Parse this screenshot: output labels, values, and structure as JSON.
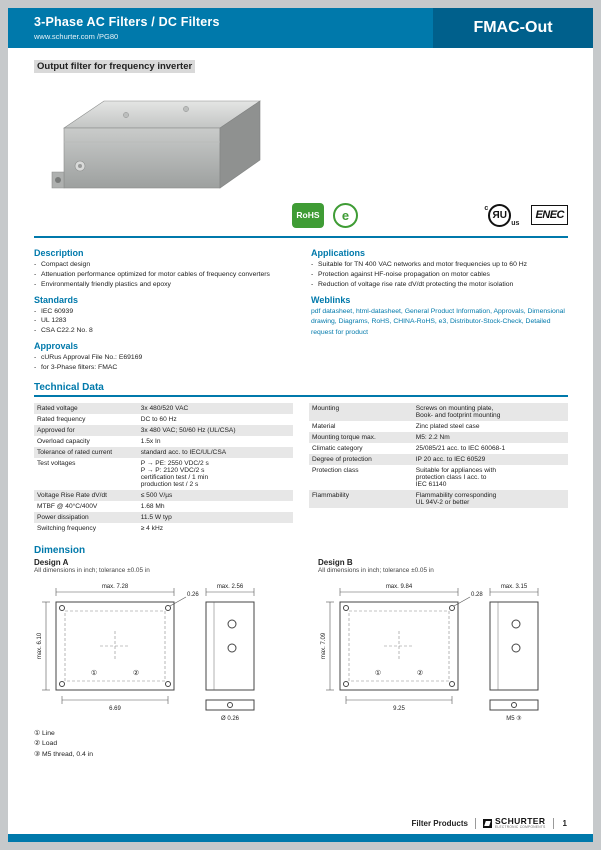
{
  "colors": {
    "accent": "#0079ab",
    "badge": "#00608c",
    "rohs_green": "#3f9c35",
    "highlight": "#d9d9d9"
  },
  "header": {
    "title": "3-Phase AC Filters / DC Filters",
    "url": "www.schurter.com /PG80",
    "product": "FMAC-Out"
  },
  "subtitle": "Output filter for frequency inverter",
  "logos": {
    "rohs": "RoHS",
    "china_rohs": "e",
    "ul_prefix": "c",
    "ul": "ЯU",
    "ul_suffix": "us",
    "enec": "ENEC"
  },
  "sections": {
    "description": {
      "heading": "Description",
      "items": [
        "Compact design",
        "Attenuation performance optimized for motor cables of frequency converters",
        "Environmentally friendly plastics and epoxy"
      ]
    },
    "standards": {
      "heading": "Standards",
      "items": [
        "IEC 60939",
        "UL 1283",
        "CSA C22.2 No. 8"
      ]
    },
    "approvals": {
      "heading": "Approvals",
      "items": [
        "cURus Approval File No.: E69169",
        "for 3-Phase filters: FMAC"
      ]
    },
    "applications": {
      "heading": "Applications",
      "items": [
        "Suitable for TN 400 VAC networks and motor frequencies up to 60 Hz",
        "Protection against HF-noise propagation on motor cables",
        "Reduction of voltage rise rate dV/dt protecting the motor isolation"
      ]
    },
    "weblinks": {
      "heading": "Weblinks",
      "text": "pdf datasheet, html-datasheet, General Product Information, Approvals, Dimensional drawing, Diagrams, RoHS, CHINA-RoHS, e3, Distributor-Stock-Check, Detailed request for product"
    }
  },
  "technical": {
    "heading": "Technical Data",
    "left": [
      {
        "label": "Rated voltage",
        "value": "3x 480/520 VAC"
      },
      {
        "label": "Rated frequency",
        "value": "DC to 60 Hz"
      },
      {
        "label": "Approved for",
        "value": "3x 480 VAC; 50/60 Hz (UL/CSA)"
      },
      {
        "label": "Overload capacity",
        "value": "1.5x In"
      },
      {
        "label": "Tolerance of rated current",
        "value": "standard acc. to IEC/UL/CSA"
      },
      {
        "label": "Test voltages",
        "value": "P → PE: 2550 VDC/2 s\nP → P: 2120 VDC/2 s\ncertification test / 1 min\nproduction test / 2 s"
      },
      {
        "label": "Voltage Rise Rate dV/dt",
        "value": "≤ 500 V/µs"
      },
      {
        "label": "MTBF @ 40°C/400V",
        "value": "1.68 Mh"
      },
      {
        "label": "Power dissipation",
        "value": "11.5 W typ"
      },
      {
        "label": "Switching frequency",
        "value": "≥ 4 kHz"
      }
    ],
    "right": [
      {
        "label": "Mounting",
        "value": "Screws on mounting plate,\nBook- and footprint mounting"
      },
      {
        "label": "Material",
        "value": "Zinc plated steel case"
      },
      {
        "label": "Mounting torque max.",
        "value": "M5: 2.2 Nm"
      },
      {
        "label": "Climatic category",
        "value": "25/085/21 acc. to IEC 60068-1"
      },
      {
        "label": "Degree of protection",
        "value": "IP 20 acc. to IEC 60529"
      },
      {
        "label": "Protection class",
        "value": "Suitable for appliances with\nprotection class I acc. to\nIEC 61140"
      },
      {
        "label": "Flammability",
        "value": "Flammability corresponding\nUL 94V-2 or better"
      }
    ]
  },
  "dimension": {
    "heading": "Dimension",
    "designs": [
      {
        "name": "Design A",
        "caption": "All dimensions in inch; tolerance ±0.05 in",
        "labels": [
          "max. 7.28",
          "max. 6.10",
          "6.69",
          "0.26",
          "max. 2.56",
          "Ø 0.26"
        ]
      },
      {
        "name": "Design B",
        "caption": "All dimensions in inch; tolerance ±0.05 in",
        "labels": [
          "max. 9.84",
          "max. 7.09",
          "9.25",
          "0.28",
          "max. 3.15",
          "M5 ③"
        ]
      }
    ],
    "markers": {
      "line": "①",
      "load": "②"
    },
    "notes": [
      "① Line",
      "② Load",
      "③ M5 thread, 0.4 in"
    ]
  },
  "footer": {
    "section": "Filter Products",
    "brand": "SCHURTER",
    "brand_sub": "ELECTRONIC COMPONENTS",
    "page": "1"
  }
}
